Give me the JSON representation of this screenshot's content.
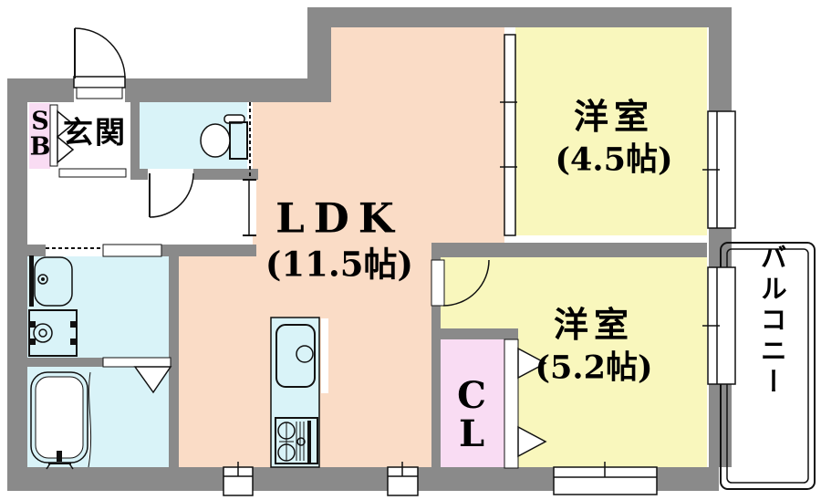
{
  "colors": {
    "wall": "#8a8a8a",
    "ldk": "#fadcc6",
    "room": "#f9f7bd",
    "wet": "#d9f3f8",
    "closet": "#f9dcf3",
    "line": "#111111"
  },
  "rooms": {
    "ldk": {
      "name": "LDK",
      "size": "(11.5帖)"
    },
    "western1": {
      "name": "洋室",
      "size": "(4.5帖)"
    },
    "western2": {
      "name": "洋室",
      "size": "(5.2帖)"
    },
    "entrance": {
      "name": "玄関"
    },
    "balcony": {
      "name": "バルコニー"
    },
    "closet": {
      "line1": "C",
      "line2": "L"
    },
    "shoebox": {
      "line1": "S",
      "line2": "B"
    }
  }
}
